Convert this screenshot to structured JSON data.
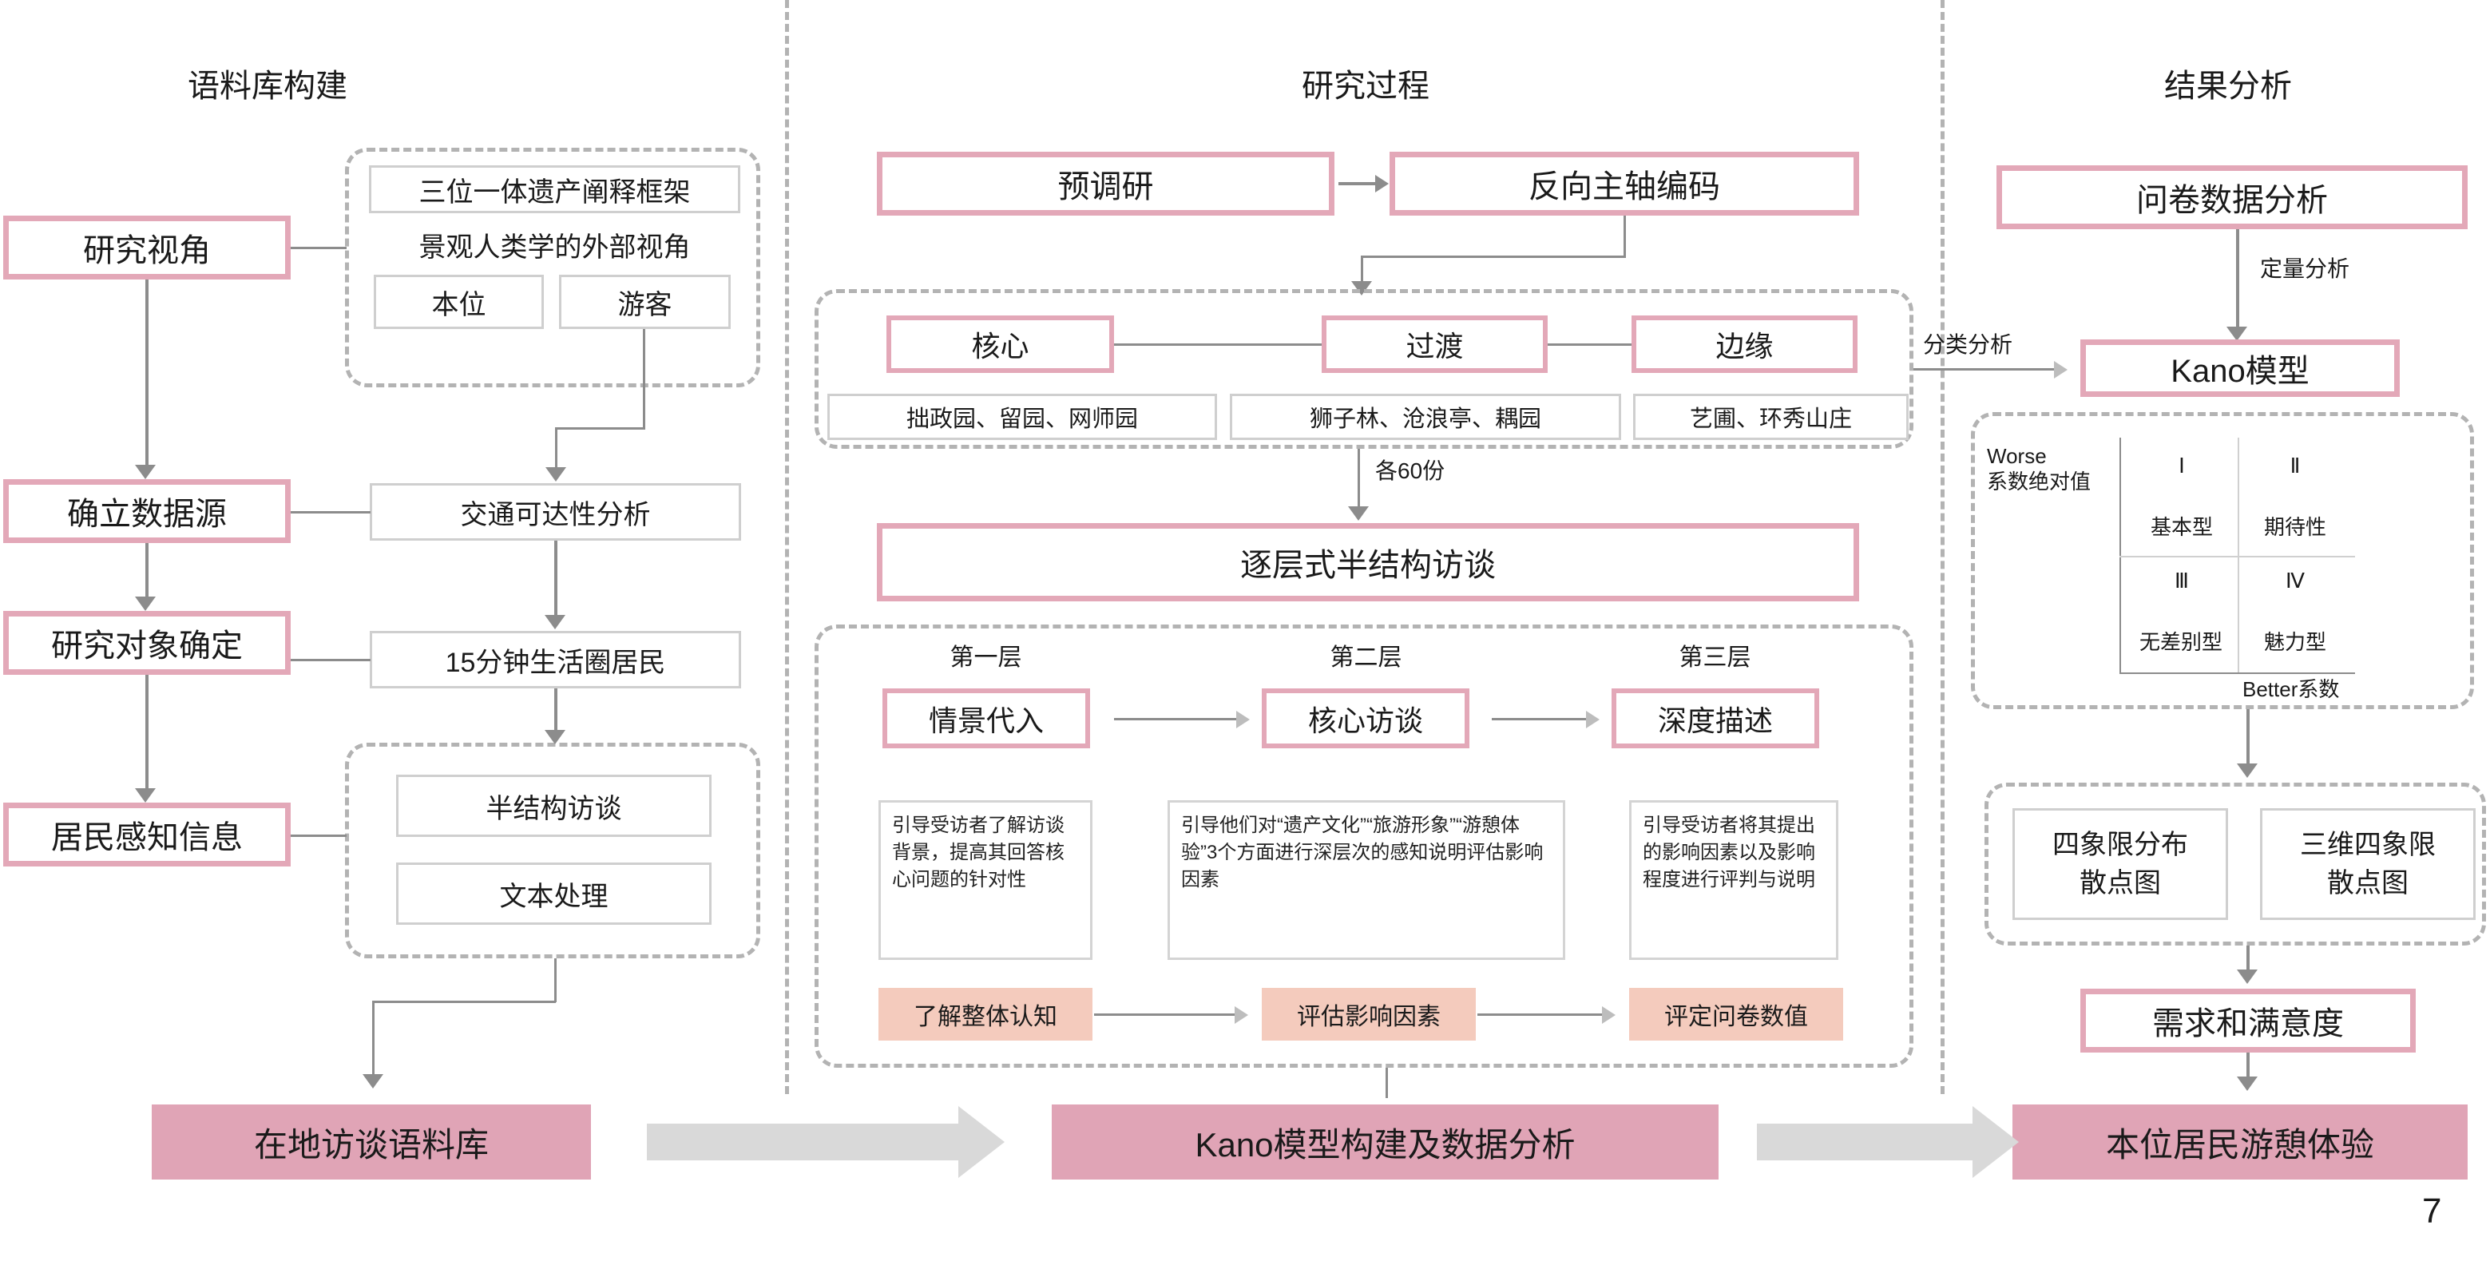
{
  "columns": {
    "left": {
      "title": "语料库构建"
    },
    "middle": {
      "title": "研究过程"
    },
    "right": {
      "title": "结果分析"
    }
  },
  "left_column": {
    "stage_boxes": [
      {
        "label": "研究视角"
      },
      {
        "label": "确立数据源"
      },
      {
        "label": "研究对象确定"
      },
      {
        "label": "居民感知信息"
      }
    ],
    "perspective_group": {
      "framework": "三位一体遗产阐释框架",
      "outside_view": "景观人类学的外部视角",
      "emic": "本位",
      "tourist": "游客"
    },
    "data_source_boxes": [
      {
        "label": "交通可达性分析"
      },
      {
        "label": "15分钟生活圈居民"
      }
    ],
    "info_group": [
      {
        "label": "半结构访谈"
      },
      {
        "label": "文本处理"
      }
    ]
  },
  "middle_column": {
    "pre_survey": "预调研",
    "reverse_coding": "反向主轴编码",
    "zone_group": {
      "zones": [
        {
          "label": "核心",
          "gardens": "拙政园、留园、网师园"
        },
        {
          "label": "过渡",
          "gardens": "狮子林、沧浪亭、耦园"
        },
        {
          "label": "边缘",
          "gardens": "艺圃、环秀山庄"
        }
      ]
    },
    "sample_label": "各60份",
    "interview_title": "逐层式半结构访谈",
    "layer_group": {
      "layers": [
        {
          "tier": "第一层",
          "name": "情景代入",
          "note": "引导受访者了解访谈背景，提高其回答核心问题的针对性",
          "outcome": "了解整体认知"
        },
        {
          "tier": "第二层",
          "name": "核心访谈",
          "note": "引导他们对“遗产文化”“旅游形象”“游憩体验”3个方面进行深层次的感知说明评估影响因素",
          "outcome": "评估影响因素"
        },
        {
          "tier": "第三层",
          "name": "深度描述",
          "note": "引导受访者将其提出的影响因素以及影响程度进行评判与说明",
          "outcome": "评定问卷数值"
        }
      ]
    }
  },
  "right_column": {
    "questionnaire_analysis": "问卷数据分析",
    "quantitative_label": "定量分析",
    "classification_label": "分类分析",
    "kano_model": "Kano模型",
    "kano_matrix": {
      "y_axis": "Worse\n系数绝对值",
      "y_axis_line1": "Worse",
      "y_axis_line2": "系数绝对值",
      "x_axis": "Better系数",
      "quadrants": [
        {
          "roman": "Ⅰ",
          "label": "基本型"
        },
        {
          "roman": "Ⅱ",
          "label": "期待性"
        },
        {
          "roman": "Ⅲ",
          "label": "无差别型"
        },
        {
          "roman": "Ⅳ",
          "label": "魅力型"
        }
      ]
    },
    "scatter_group": [
      {
        "line1": "四象限分布",
        "line2": "散点图"
      },
      {
        "line1": "三维四象限",
        "line2": "散点图"
      }
    ],
    "satisfaction": "需求和满意度"
  },
  "bottom_banners": [
    {
      "label": "在地访谈语料库"
    },
    {
      "label": "Kano模型构建及数据分析"
    },
    {
      "label": "本位居民游憩体验"
    }
  ],
  "page_number": "7",
  "colors": {
    "pink_border": "#e3a8b8",
    "banner_pink": "#e0a4b6",
    "salmon": "#f4cbbd",
    "gray_line": "#8c8c8c",
    "gray_dash": "#b3b3b3",
    "chevron": "#d9d9d9"
  }
}
